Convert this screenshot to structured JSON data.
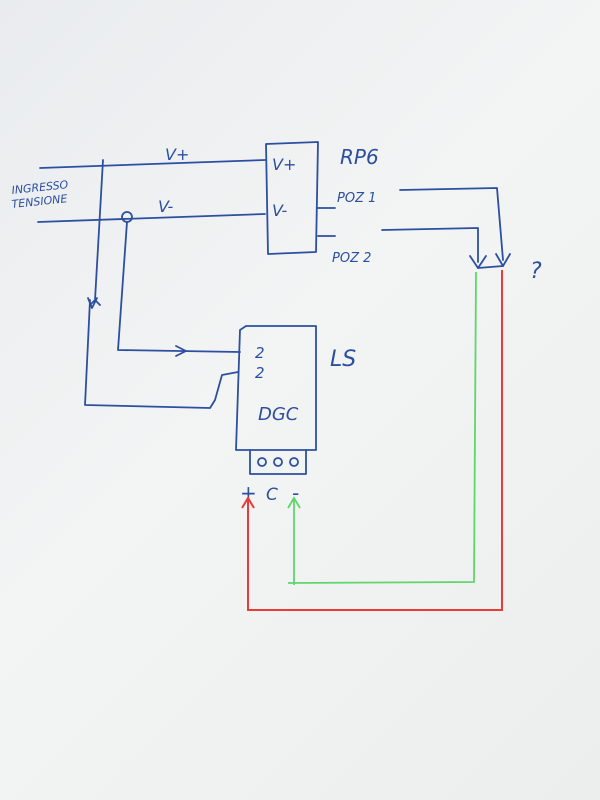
{
  "labels": {
    "ingresso_line1": "INGRESSO",
    "ingresso_line2": "TENSIONE",
    "v_plus_wire": "V+",
    "v_minus_wire": "V-",
    "rp6_name": "RP6",
    "rp6_vplus": "V+",
    "rp6_vminus": "V-",
    "pos1": "POZ 1",
    "pos2": "POZ 2",
    "question": "?",
    "ls_name": "LS",
    "ls_in1": "2",
    "ls_in2": "2",
    "ls_body": "DGC",
    "term_plus": "+",
    "term_c": "C",
    "term_minus": "-"
  },
  "colors": {
    "ink": "#2c4fa0",
    "green": "#5fd66a",
    "red": "#ea3a3a",
    "paper": "#eef0f0"
  }
}
